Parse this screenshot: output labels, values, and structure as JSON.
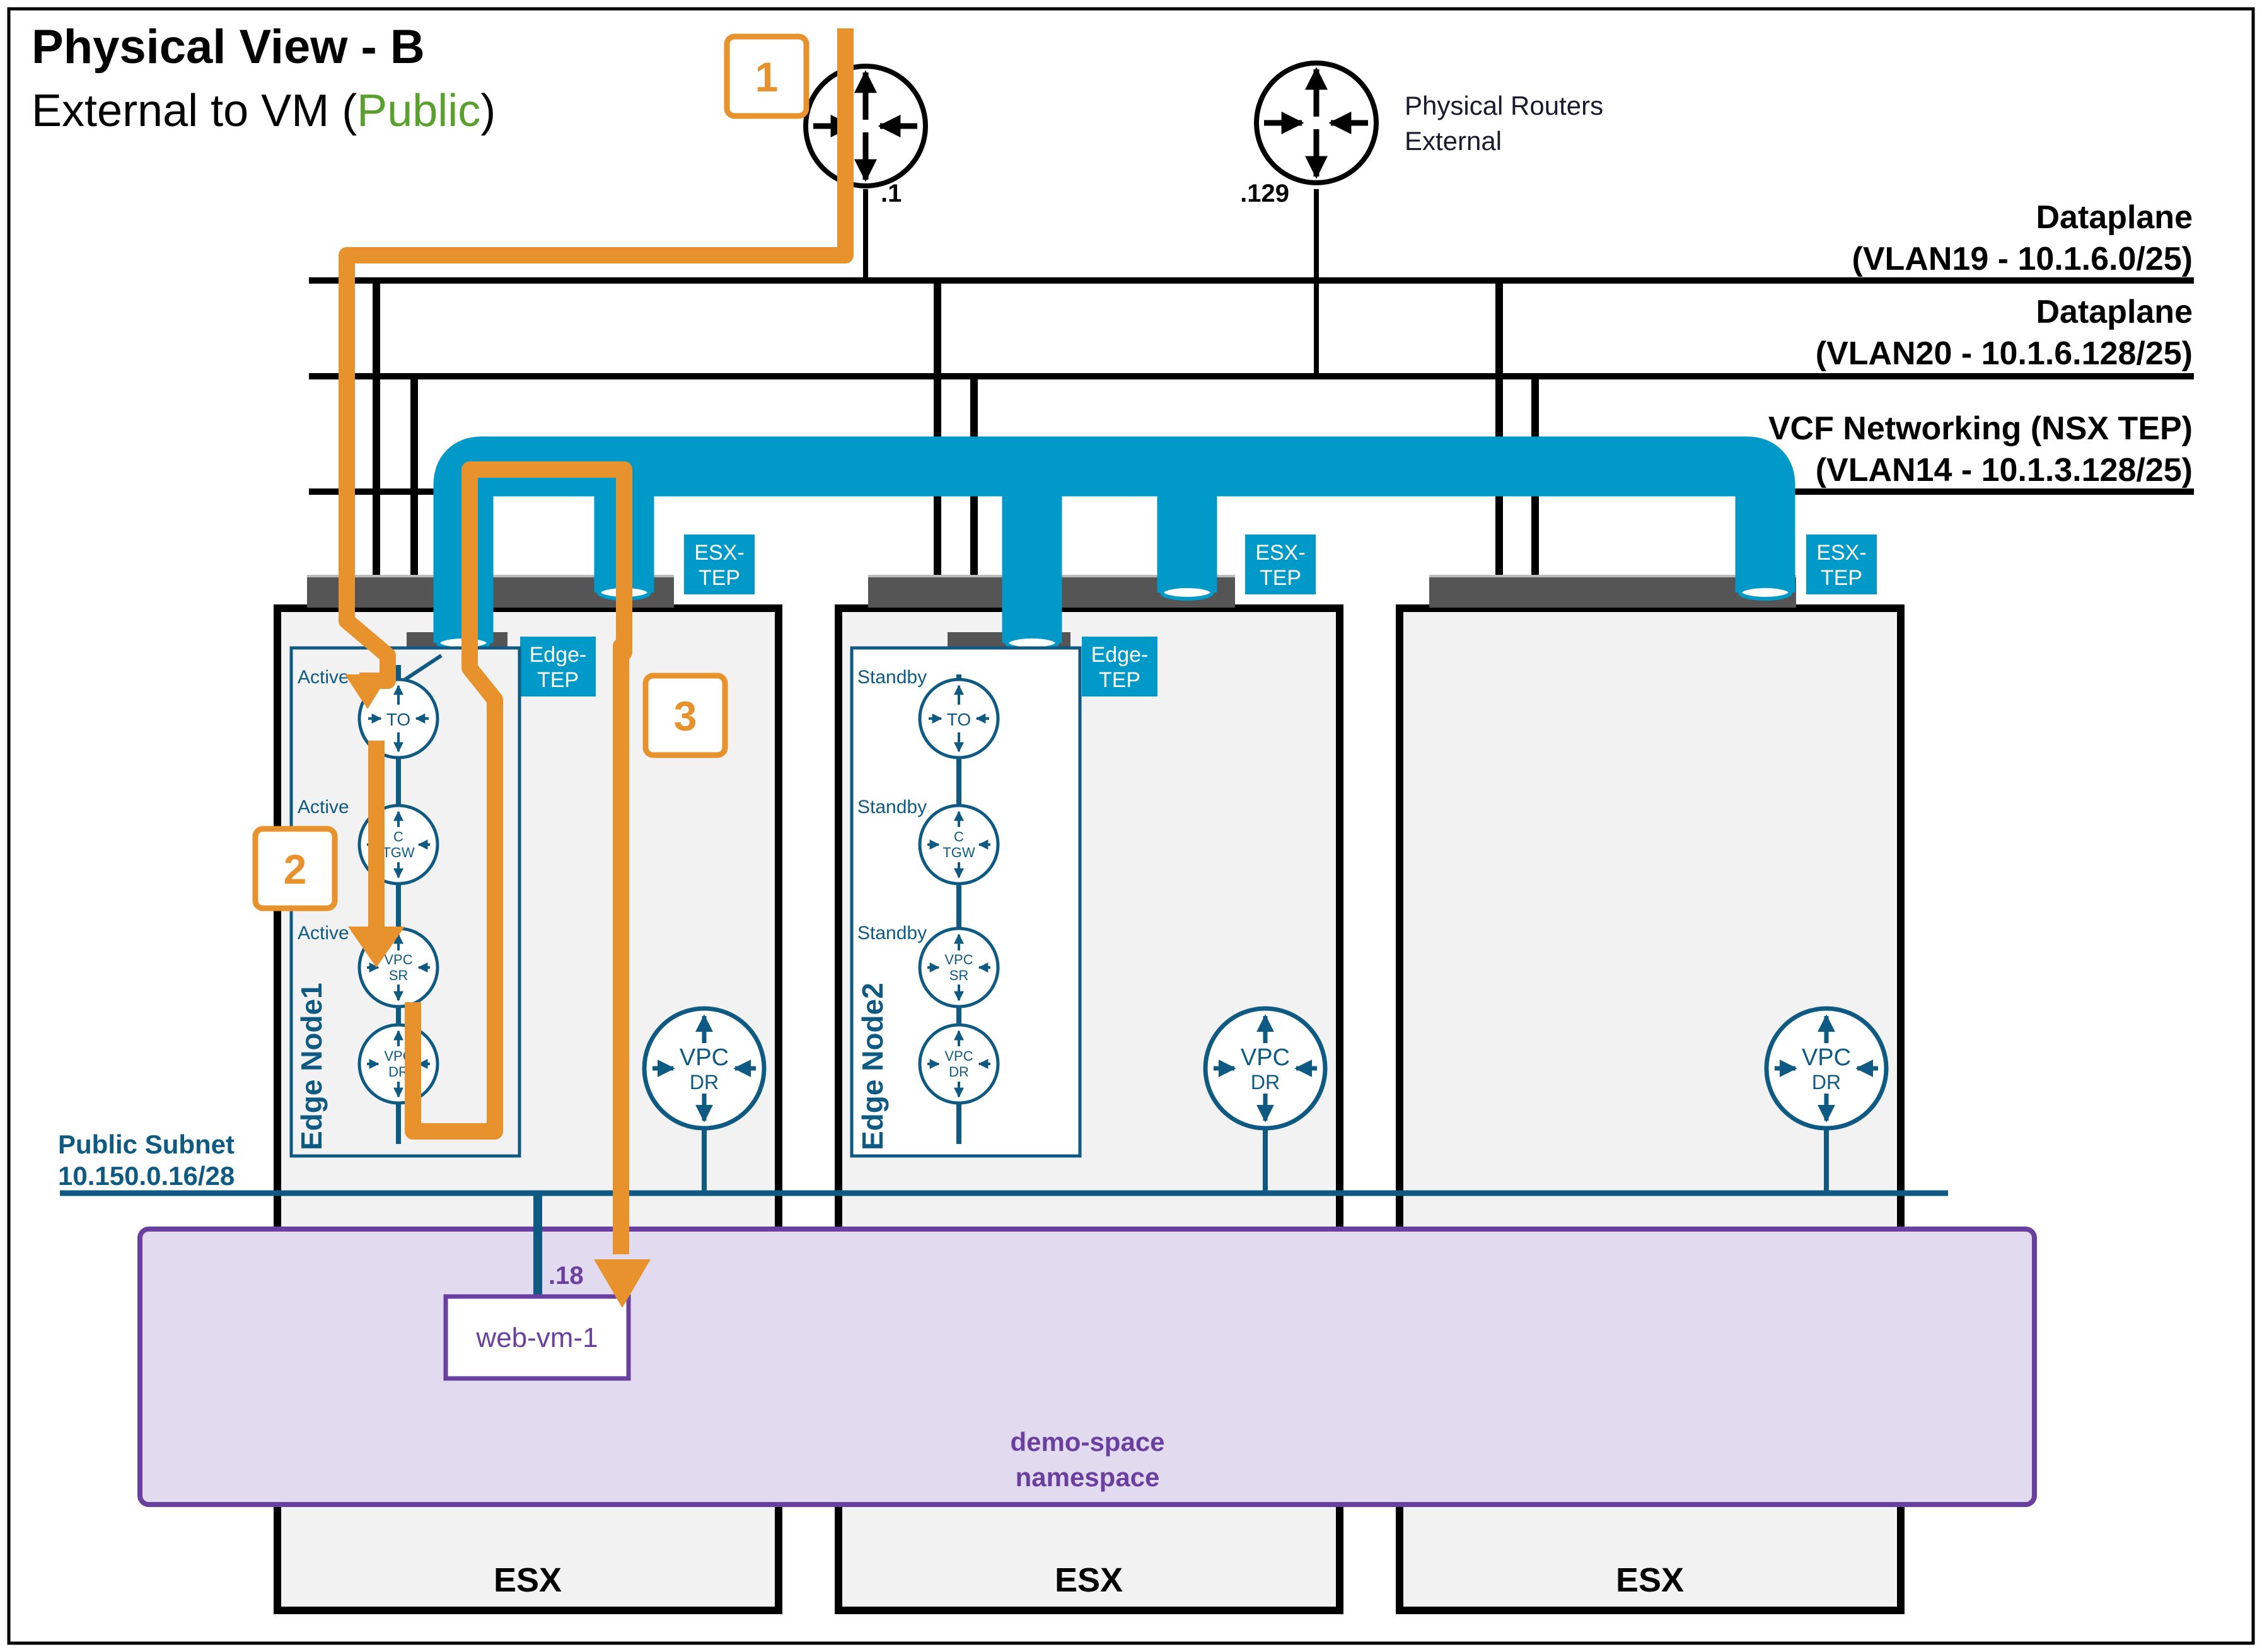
{
  "title": "Physical View - B",
  "subtitle_prefix": "External to VM (",
  "subtitle_highlight": "Public",
  "subtitle_suffix": ")",
  "routers": {
    "label_line1": "Physical Routers",
    "label_line2": "External",
    "r1_ip": ".1",
    "r2_ip": ".129"
  },
  "networks": {
    "vlan19_name": "Dataplane",
    "vlan19_detail": "(VLAN19 - 10.1.6.0/25)",
    "vlan20_name": "Dataplane",
    "vlan20_detail": "(VLAN20 - 10.1.6.128/25)",
    "vlan14_name": "VCF Networking (NSX TEP)",
    "vlan14_detail": "(VLAN14 - 10.1.3.128/25)"
  },
  "tep": {
    "esx_line1": "ESX-",
    "esx_line2": "TEP",
    "edge_line1": "Edge-",
    "edge_line2": "TEP"
  },
  "hosts": [
    {
      "label": "ESX"
    },
    {
      "label": "ESX"
    },
    {
      "label": "ESX"
    }
  ],
  "edge_nodes": [
    {
      "name": "Edge Node1",
      "to_state": "Active",
      "tgw_state": "Active",
      "sr_state": "Active"
    },
    {
      "name": "Edge Node2",
      "to_state": "Standby",
      "tgw_state": "Standby",
      "sr_state": "Standby"
    }
  ],
  "router_labels": {
    "to": "TO",
    "tgw_line1": "C",
    "tgw_line2": "TGW",
    "vpc": "VPC",
    "sr": "SR",
    "dr": "DR"
  },
  "subnet": {
    "name": "Public Subnet",
    "cidr": "10.150.0.16/28",
    "vm_ip": ".18"
  },
  "vm": {
    "name": "web-vm-1"
  },
  "namespace": {
    "line1": "demo-space",
    "line2": "namespace"
  },
  "steps": [
    "1",
    "2",
    "3"
  ],
  "colors": {
    "orange": "#E8922E",
    "tep_blue": "#0099C8",
    "dark_blue": "#0E5A82",
    "purple": "#6B3FA0",
    "namespace_fill": "#E2DAEE",
    "host_fill": "#F2F2F2",
    "public_green": "#5AA02C",
    "dark_gray": "#555555"
  },
  "icons": [
    "router-icon",
    "arrow-icon"
  ]
}
